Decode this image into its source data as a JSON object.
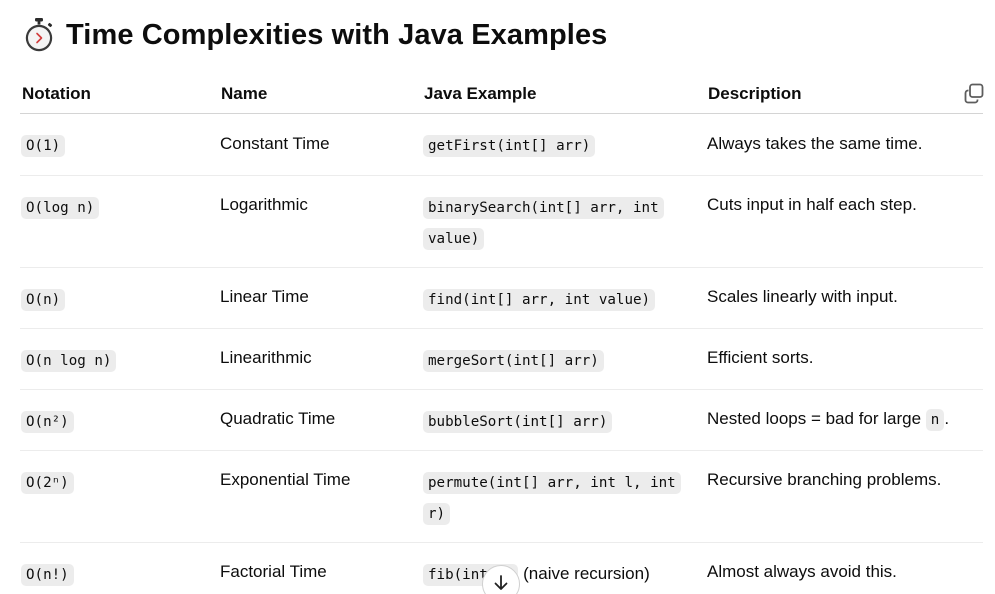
{
  "heading": {
    "title": "Time Complexities with Java Examples",
    "icon": "stopwatch-icon"
  },
  "table": {
    "headers": [
      "Notation",
      "Name",
      "Java Example",
      "Description"
    ],
    "rows": [
      {
        "notation": "O(1)",
        "name": "Constant Time",
        "example": "getFirst(int[] arr)",
        "example_suffix": "",
        "description": "Always takes the same time.",
        "description_code": "",
        "description_tail": ""
      },
      {
        "notation": "O(log n)",
        "name": "Logarithmic",
        "example": "binarySearch(int[] arr, int value)",
        "example_suffix": "",
        "description": "Cuts input in half each step.",
        "description_code": "",
        "description_tail": ""
      },
      {
        "notation": "O(n)",
        "name": "Linear Time",
        "example": "find(int[] arr, int value)",
        "example_suffix": "",
        "description": "Scales linearly with input.",
        "description_code": "",
        "description_tail": ""
      },
      {
        "notation": "O(n log n)",
        "name": "Linearithmic",
        "example": "mergeSort(int[] arr)",
        "example_suffix": "",
        "description": "Efficient sorts.",
        "description_code": "",
        "description_tail": ""
      },
      {
        "notation": "O(n²)",
        "name": "Quadratic Time",
        "example": "bubbleSort(int[] arr)",
        "example_suffix": "",
        "description": "Nested loops = bad for large ",
        "description_code": "n",
        "description_tail": "."
      },
      {
        "notation": "O(2ⁿ)",
        "name": "Exponential Time",
        "example": "permute(int[] arr, int l, int r)",
        "example_suffix": "",
        "description": "Recursive branching problems.",
        "description_code": "",
        "description_tail": ""
      },
      {
        "notation": "O(n!)",
        "name": "Factorial Time",
        "example": "fib(int n)",
        "example_suffix": " (naive recursion)",
        "description": "Almost always avoid this.",
        "description_code": "",
        "description_tail": ""
      }
    ]
  },
  "controls": {
    "copy_icon": "copy-icon",
    "scroll_icon": "arrow-down-icon"
  },
  "colors": {
    "text": "#0d0d0d",
    "code_bg": "#ececec",
    "header_rule": "#d4d4d4",
    "row_rule": "#ececec"
  }
}
